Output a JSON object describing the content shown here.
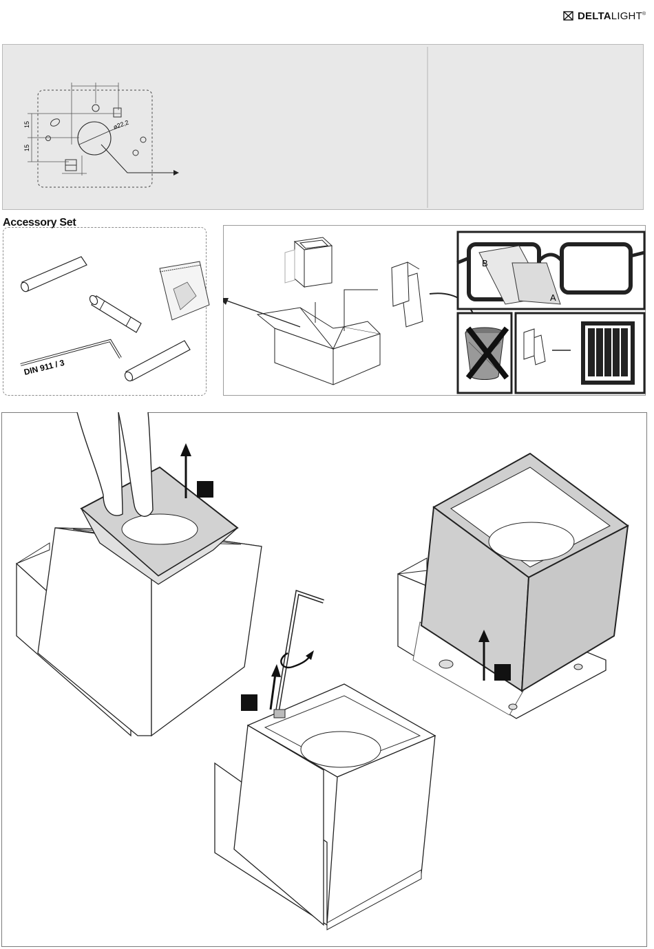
{
  "header": {
    "brand_bold": "DELTA",
    "brand_light": "LIGHT",
    "brand_mark": "®",
    "logo_icon": "delta-light-logo-icon"
  },
  "mounting_drawing": {
    "dimension_top": "15",
    "dimension_bottom": "15",
    "hole_diameter": "ø22,2"
  },
  "accessory": {
    "title": "Accessory Set",
    "wrench_label": "DIN 911 / 3"
  },
  "packaging": {
    "document_a": "A",
    "document_b": "B"
  },
  "steps": {
    "step_markers": [
      "",
      "",
      ""
    ]
  }
}
